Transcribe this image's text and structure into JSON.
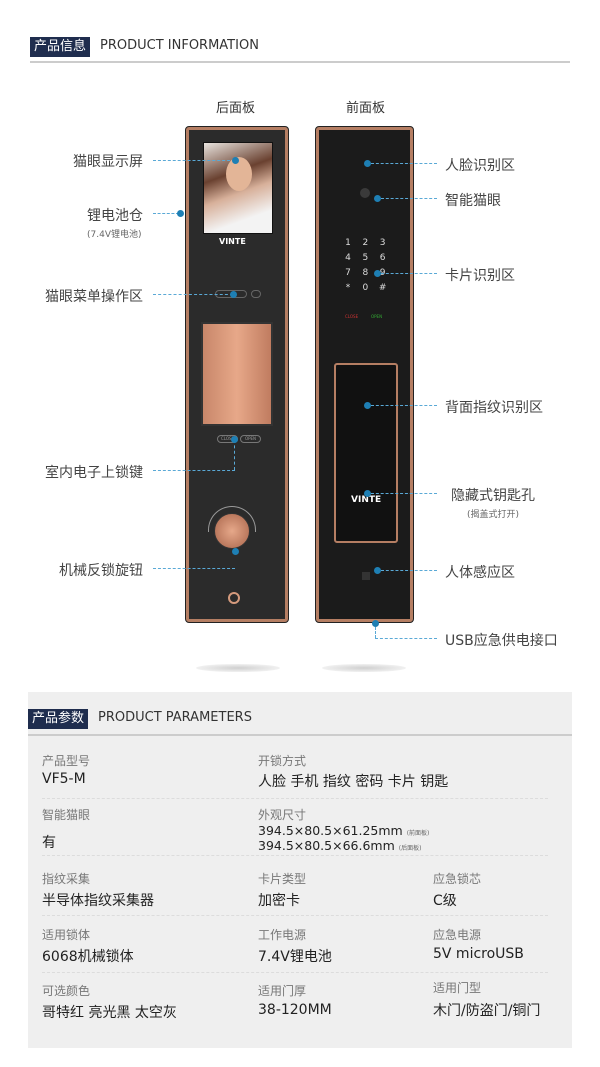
{
  "info_header": {
    "tag": "产品信息",
    "title": "PRODUCT INFORMATION"
  },
  "panels": {
    "back": "后面板",
    "front": "前面板"
  },
  "brand": "VINTE",
  "keypad": [
    "1",
    "2",
    "3",
    "4",
    "5",
    "6",
    "7",
    "8",
    "9",
    "*",
    "0",
    "#"
  ],
  "keypad_labels": {
    "close": "CLOSE",
    "open": "OPEN"
  },
  "back_buttons": {
    "close": "CLOSE",
    "open": "OPEN"
  },
  "callouts_left": [
    {
      "label": "猫眼显示屏"
    },
    {
      "label": "锂电池仓",
      "sub": "(7.4V锂电池)"
    },
    {
      "label": "猫眼菜单操作区"
    },
    {
      "label": "室内电子上锁键"
    },
    {
      "label": "机械反锁旋钮"
    }
  ],
  "callouts_right": [
    {
      "label": "人脸识别区"
    },
    {
      "label": "智能猫眼"
    },
    {
      "label": "卡片识别区"
    },
    {
      "label": "背面指纹识别区"
    },
    {
      "label": "隐藏式钥匙孔",
      "sub": "(揭盖式打开)"
    },
    {
      "label": "人体感应区"
    },
    {
      "label": "USB应急供电接口"
    }
  ],
  "params_header": {
    "tag": "产品参数",
    "title": "PRODUCT PARAMETERS"
  },
  "params": {
    "model": {
      "label": "产品型号",
      "value": "VF5-M"
    },
    "unlock": {
      "label": "开锁方式",
      "value": "人脸 手机 指纹 密码 卡片 钥匙"
    },
    "peephole": {
      "label": "智能猫眼",
      "value": "有"
    },
    "size": {
      "label": "外观尺寸",
      "value1": "394.5×80.5×61.25mm",
      "note1": "(前面板)",
      "value2": "394.5×80.5×66.6mm",
      "note2": "(后面板)"
    },
    "fingerprint": {
      "label": "指纹采集",
      "value": "半导体指纹采集器"
    },
    "card": {
      "label": "卡片类型",
      "value": "加密卡"
    },
    "cylinder": {
      "label": "应急锁芯",
      "value": "C级"
    },
    "lockbody": {
      "label": "适用锁体",
      "value": "6068机械锁体"
    },
    "power": {
      "label": "工作电源",
      "value": "7.4V锂电池"
    },
    "emergency_power": {
      "label": "应急电源",
      "value": "5V microUSB"
    },
    "colors": {
      "label": "可选颜色",
      "value": "哥特红 亮光黑 太空灰"
    },
    "thickness": {
      "label": "适用门厚",
      "value": "38-120MM"
    },
    "doortype": {
      "label": "适用门型",
      "value": "木门/防盗门/铜门"
    }
  },
  "colors": {
    "navy": "#1f2d4e",
    "callout": "#1e7fb4",
    "copper": "#b57e63"
  }
}
